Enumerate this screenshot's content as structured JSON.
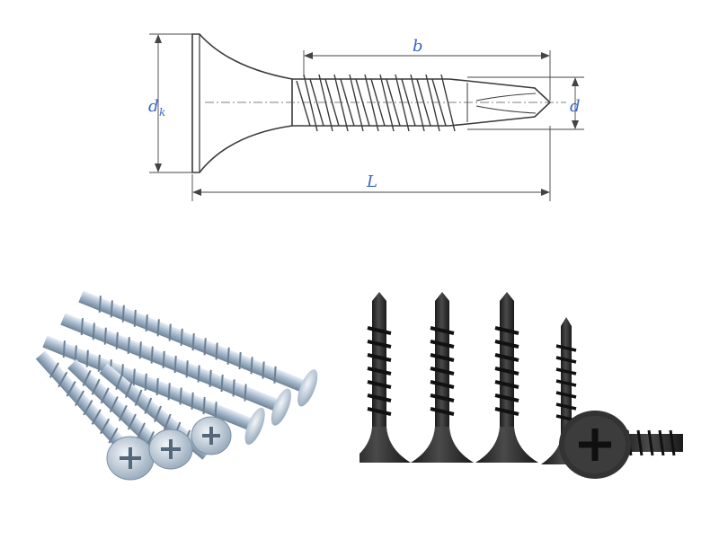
{
  "drawing": {
    "labels": {
      "b": "b",
      "dk_main": "d",
      "dk_sub": "k",
      "d": "d",
      "L": "L"
    }
  },
  "photos": {
    "left_finish": "zinc-plated",
    "right_finish": "black-phosphate"
  },
  "colors": {
    "dimension_text": "#3a66c8",
    "line": "#333333",
    "zinc": "#b9c9db",
    "black": "#2b2b2b"
  }
}
